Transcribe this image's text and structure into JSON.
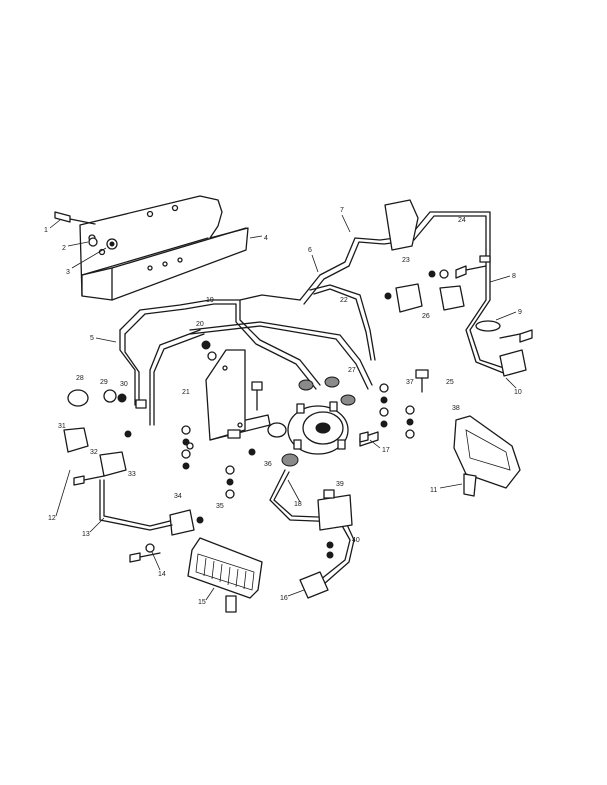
{
  "figure": {
    "callouts": [
      "1",
      "2",
      "3",
      "4",
      "5",
      "6",
      "7",
      "8",
      "9",
      "10",
      "11",
      "12",
      "13",
      "14",
      "15",
      "16",
      "17",
      "18",
      "19",
      "20",
      "21",
      "22",
      "23",
      "24",
      "25",
      "26",
      "27",
      "28",
      "29",
      "30",
      "31",
      "32",
      "33",
      "34",
      "35",
      "36",
      "37",
      "38",
      "39",
      "40"
    ]
  },
  "colors": {
    "line": "#1a1a1a",
    "paper": "#ffffff"
  }
}
